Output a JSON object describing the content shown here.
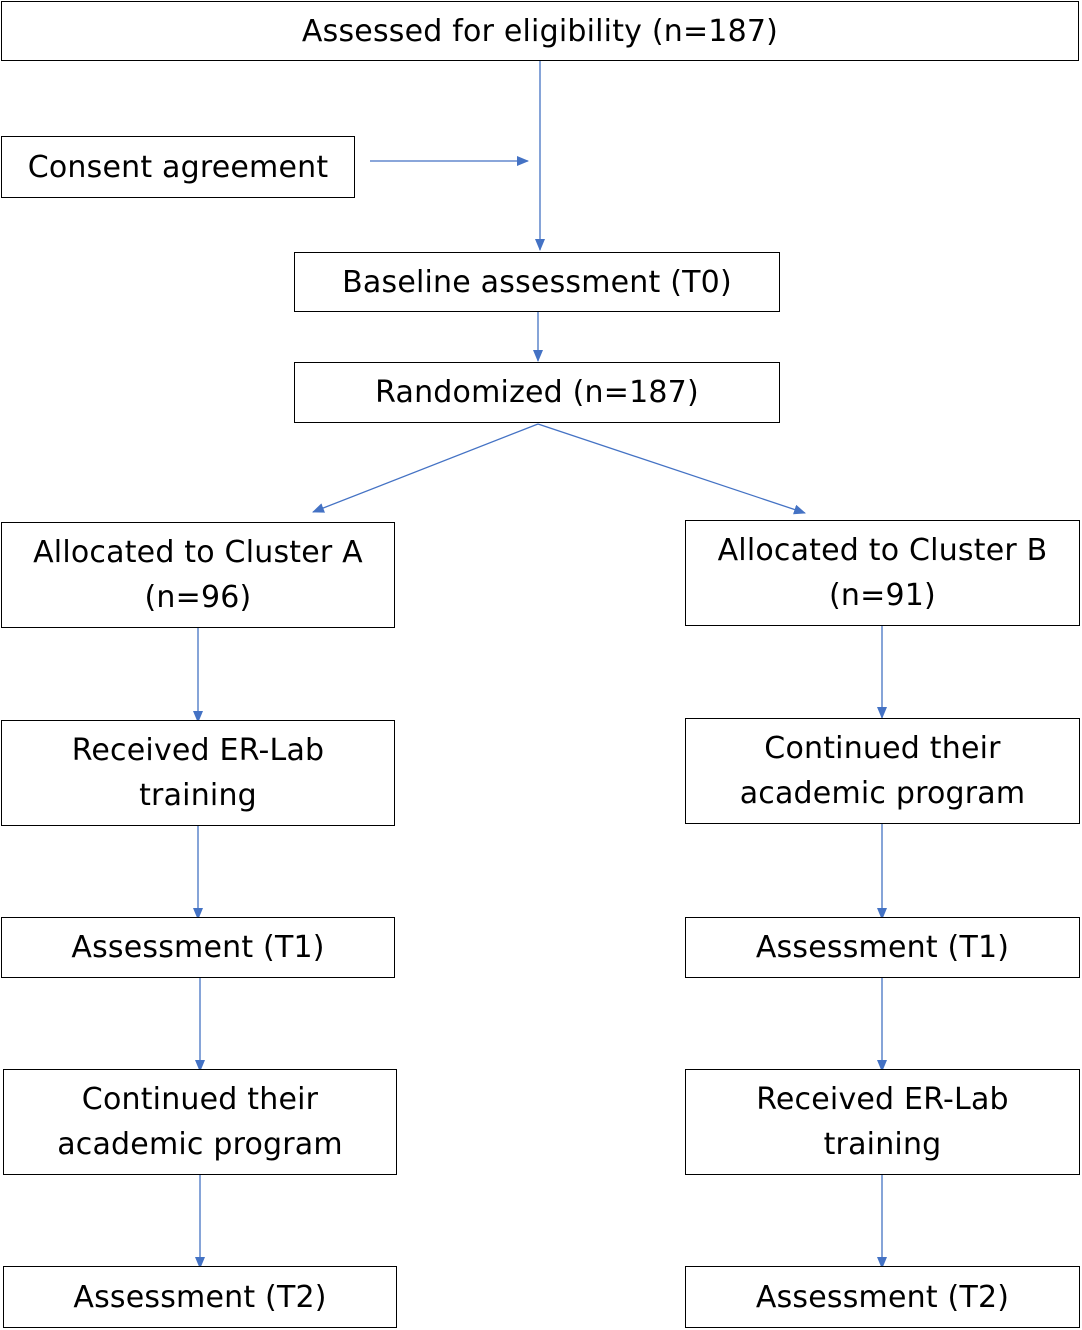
{
  "colors": {
    "arrow": "#4472C4",
    "box_border": "#000000",
    "text": "#000000"
  },
  "top": {
    "eligibility": "Assessed for eligibility (n=187)",
    "consent": "Consent agreement",
    "baseline": "Baseline assessment (T0)",
    "randomized": "Randomized (n=187)"
  },
  "cluster_a": {
    "allocated": "Allocated to Cluster A\n(n=96)",
    "step1": "Received ER-Lab\ntraining",
    "assessment_t1": "Assessment (T1)",
    "step2": "Continued their\nacademic program",
    "assessment_t2": "Assessment (T2)"
  },
  "cluster_b": {
    "allocated": "Allocated to Cluster B\n(n=91)",
    "step1": "Continued their\nacademic program",
    "assessment_t1": "Assessment (T1)",
    "step2": "Received ER-Lab\ntraining",
    "assessment_t2": "Assessment (T2)"
  }
}
